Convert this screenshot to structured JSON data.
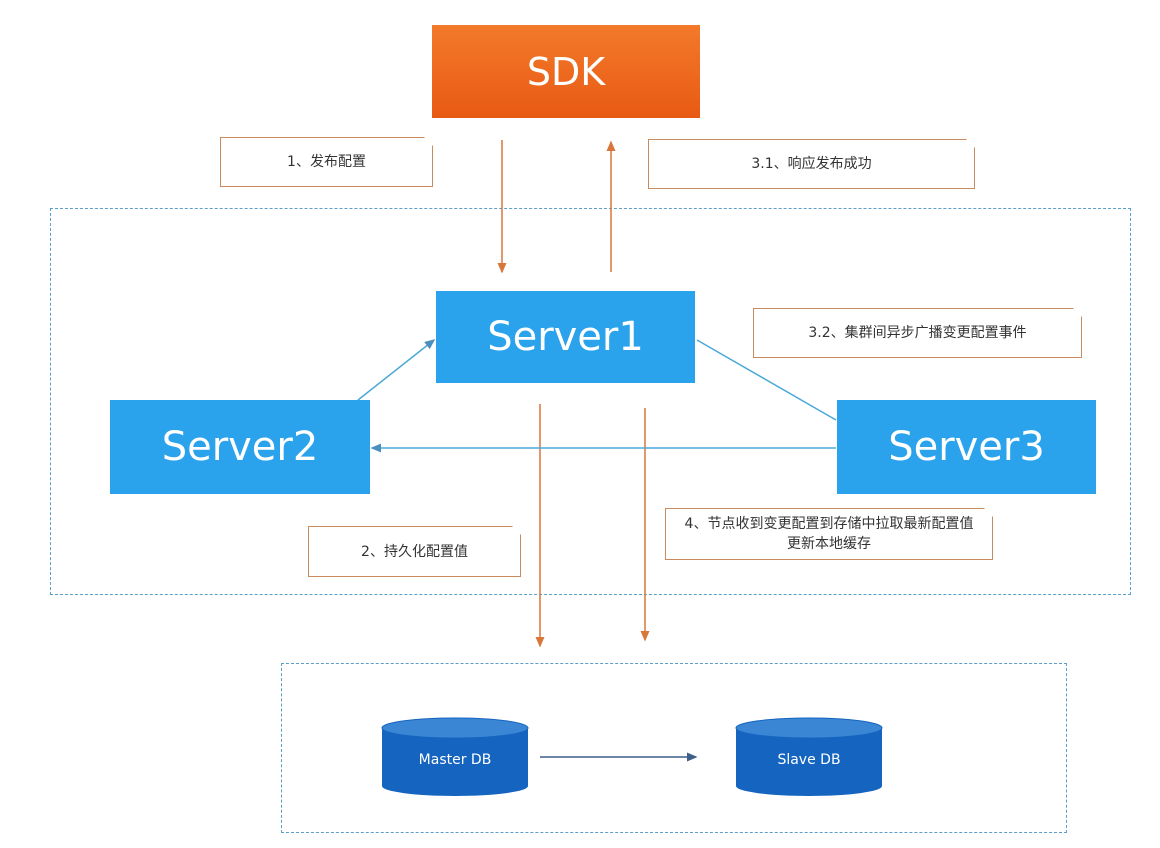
{
  "sdk": {
    "label": "SDK"
  },
  "servers": {
    "server1": "Server1",
    "server2": "Server2",
    "server3": "Server3"
  },
  "notes": {
    "step1": "1、发布配置",
    "step2": "2、持久化配置值",
    "step3_1": "3.1、响应发布成功",
    "step3_2": "3.2、集群间异步广播变更配置事件",
    "step4": "4、节点收到变更配置到存储中拉取最新配置值更新本地缓存"
  },
  "databases": {
    "master": "Master DB",
    "slave": "Slave DB"
  },
  "colors": {
    "sdk": "#ee6a1f",
    "server": "#2aa3ec",
    "db": "#1565c0",
    "flow_arrow": "#d9773a",
    "cluster_link": "#4aa8d8",
    "zone_border": "#5a9fc9"
  }
}
